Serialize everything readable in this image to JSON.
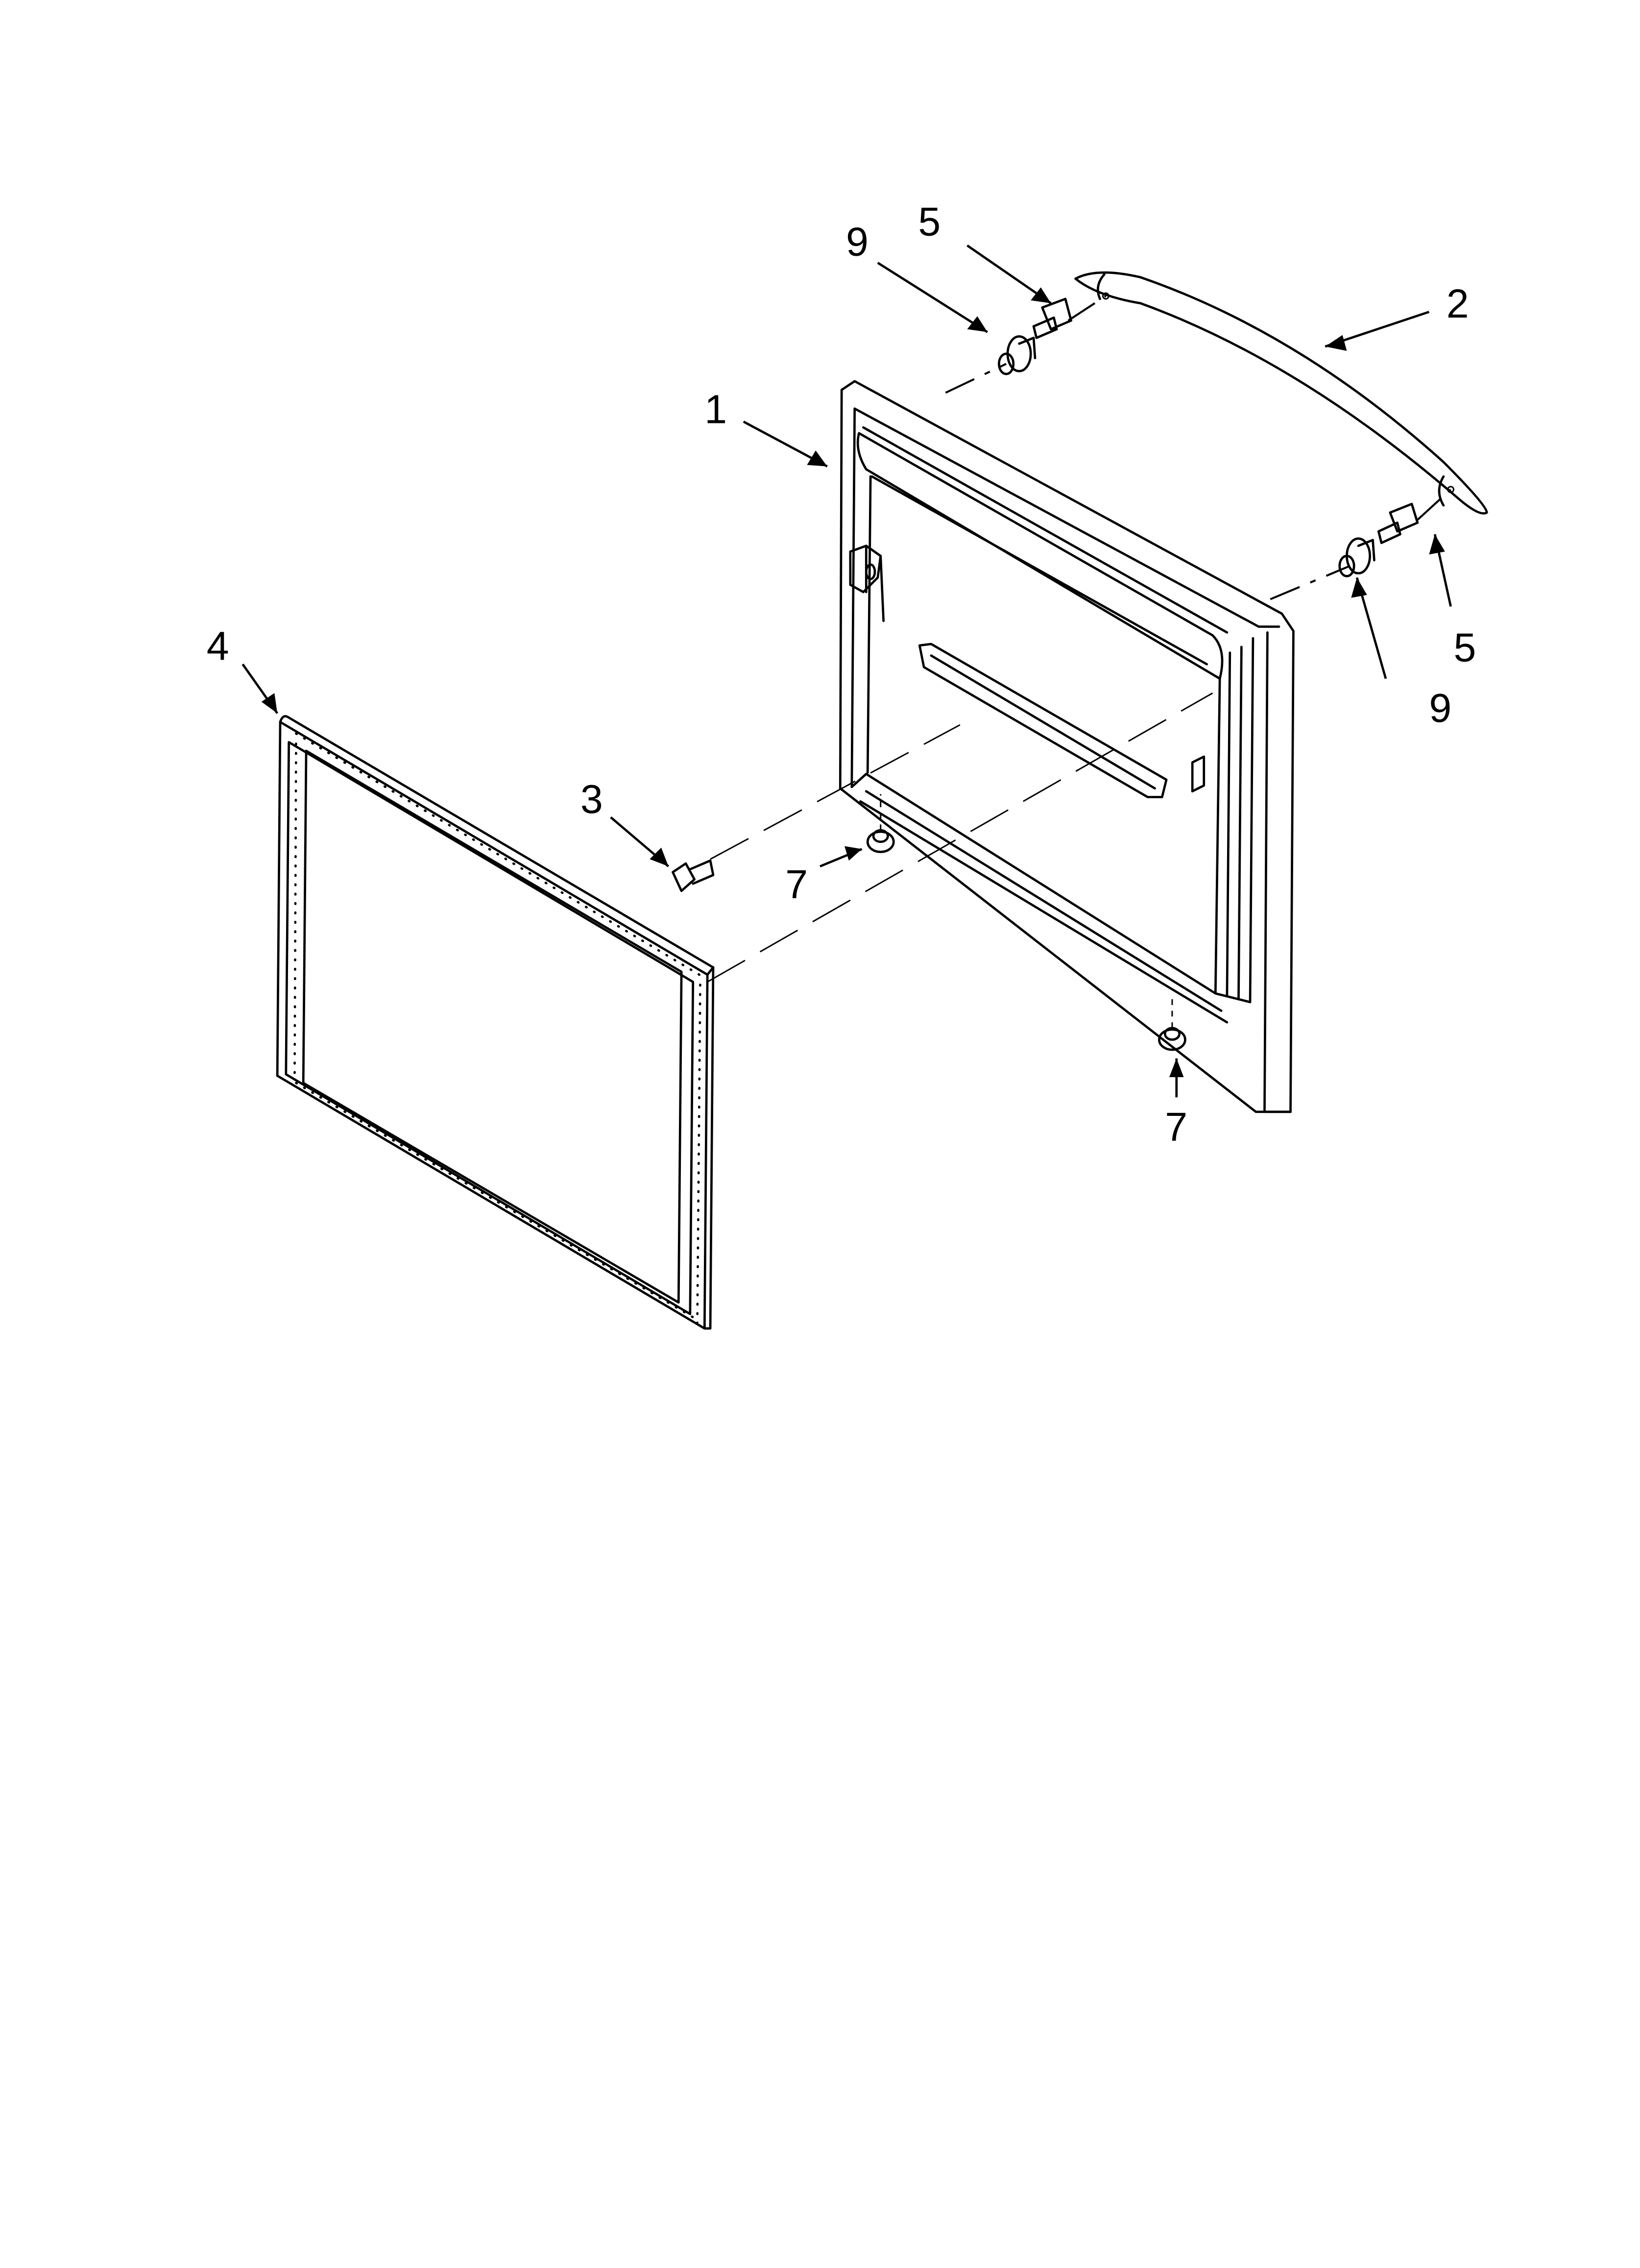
{
  "diagram": {
    "type": "exploded parts diagram",
    "subject": "refrigerator freezer drawer door assembly",
    "background": "#ffffff",
    "line_color": "#000000",
    "callouts": [
      {
        "id": "c1",
        "label": "1",
        "part": "door panel"
      },
      {
        "id": "c2",
        "label": "2",
        "part": "handle"
      },
      {
        "id": "c3",
        "label": "3",
        "part": "screw"
      },
      {
        "id": "c4",
        "label": "4",
        "part": "gasket"
      },
      {
        "id": "c5a",
        "label": "5",
        "part": "handle screw (upper)"
      },
      {
        "id": "c5b",
        "label": "5",
        "part": "handle screw (lower)"
      },
      {
        "id": "c7a",
        "label": "7",
        "part": "plug (left)"
      },
      {
        "id": "c7b",
        "label": "7",
        "part": "plug (right)"
      },
      {
        "id": "c9a",
        "label": "9",
        "part": "handle spacer (upper)"
      },
      {
        "id": "c9b",
        "label": "9",
        "part": "handle spacer (lower)"
      }
    ]
  }
}
